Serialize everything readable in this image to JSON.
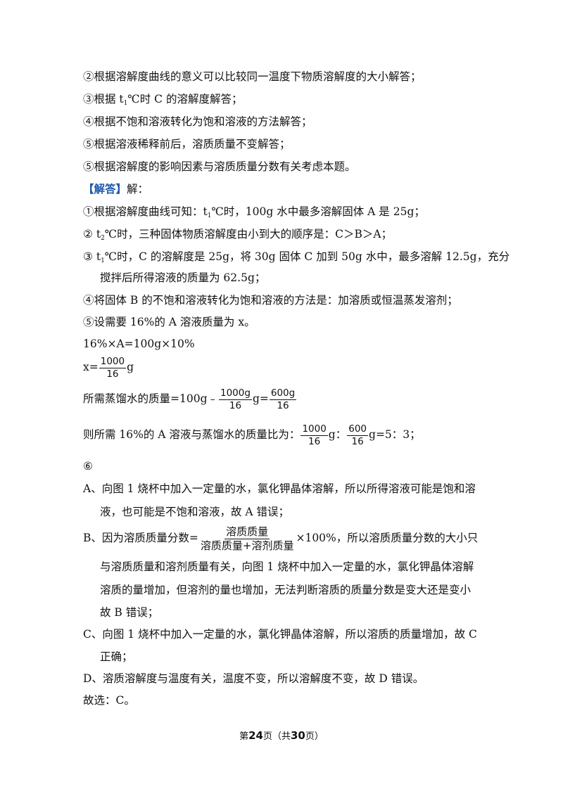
{
  "lines": {
    "l1": "②根据溶解度曲线的意义可以比较同一温度下物质溶解度的大小解答；",
    "l2a": "③根据 t",
    "l2b": "1",
    "l2c": "℃时 C 的溶解度解答；",
    "l3": "④根据不饱和溶液转化为饱和溶液的方法解答；",
    "l4": "⑤根据溶液稀释前后，溶质质量不变解答；",
    "l5": "⑤根据溶解度的影响因素与溶质质量分数有关考虑本题。",
    "answer_tag": "【解答】",
    "answer_rest": "解：",
    "a1a": "①根据溶解度曲线可知：t",
    "a1b": "1",
    "a1c": "℃时，100g 水中最多溶解固体 A 是 25g；",
    "a2a": "② t",
    "a2b": "2",
    "a2c": "℃时，三种固体物质溶解度由小到大的顺序是：C＞B＞A；",
    "a3a": "③ t",
    "a3b": "1",
    "a3c": "℃时，C 的溶解度是 25g，将 30g 固体 C 加到 50g 水中，最多溶解 12.5g，充分",
    "a3d": "搅拌后所得溶液的质量为 62.5g；",
    "a4": "④将固体 B 的不饱和溶液转化为饱和溶液的方法是：加溶质或恒温蒸发溶剂；",
    "a5": "⑤设需要 16%的 A 溶液质量为 x。",
    "eq1": "16%×A=100g×10%",
    "eq2_pre": "x=",
    "eq2_num": "1000",
    "eq2_den": "16",
    "eq2_post": "g",
    "eq3_pre": "所需蒸馏水的质量=100g﹣",
    "eq3_num1": "1000g",
    "eq3_den1": "16",
    "eq3_mid": "g=",
    "eq3_num2": "600g",
    "eq3_den2": "16",
    "eq4_pre": "则所需 16%的 A 溶液与蒸馏水的质量比为：",
    "eq4_num1": "1000",
    "eq4_den1": "16",
    "eq4_mid": "g：",
    "eq4_num2": "600",
    "eq4_den2": "16",
    "eq4_post": "g=5：3；",
    "six": "⑥",
    "A1": "A、向图 1 烧杯中加入一定量的水，氯化钾晶体溶解，所以所得溶液可能是饱和溶",
    "A2": "液，也可能是不饱和溶液，故 A 错误；",
    "B1_pre": "B、因为溶质质量分数=",
    "B1_num": "溶质质量",
    "B1_den": "溶质质量+溶剂质量",
    "B1_post": "×100%，所以溶质质量分数的大小只",
    "B2": "与溶质质量和溶剂质量有关，向图 1 烧杯中加入一定量的水，氯化钾晶体溶解",
    "B3": "溶质的量增加，但溶剂的量也增加，无法判断溶质的质量分数是变大还是变小",
    "B4": "故 B 错误；",
    "C1": "C、向图 1 烧杯中加入一定量的水，氯化钾晶体溶解，所以溶质的质量增加，故 C",
    "C2": "正确；",
    "D1": "D、溶质溶解度与温度有关，温度不变，所以溶解度不变，故 D 错误。",
    "final": "故选：C。"
  },
  "footer": {
    "prefix": "第",
    "page": "24",
    "mid": "页（共",
    "total": "30",
    "suffix": "页）"
  },
  "colors": {
    "accent": "#1f5aa8"
  }
}
